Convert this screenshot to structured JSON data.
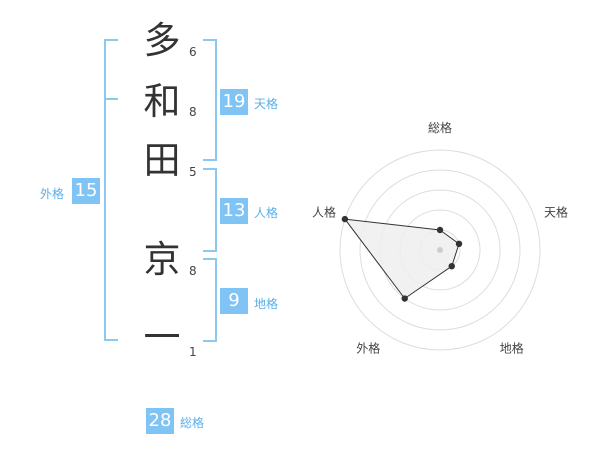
{
  "name": {
    "chars": [
      {
        "char": "多",
        "strokes": "6"
      },
      {
        "char": "和",
        "strokes": "8"
      },
      {
        "char": "田",
        "strokes": "5"
      },
      {
        "char": "京",
        "strokes": "8"
      },
      {
        "char": "一",
        "strokes": "1"
      }
    ]
  },
  "kakusu": {
    "tenkaku": {
      "value": "19",
      "label": "天格"
    },
    "jinkaku": {
      "value": "13",
      "label": "人格"
    },
    "chikaku": {
      "value": "9",
      "label": "地格"
    },
    "gaikaku": {
      "value": "15",
      "label": "外格"
    },
    "soukaku": {
      "value": "28",
      "label": "総格"
    }
  },
  "chart_data": {
    "type": "radar",
    "axes": [
      "総格",
      "天格",
      "地格",
      "外格",
      "人格"
    ],
    "values": [
      1,
      1,
      1,
      3,
      5
    ],
    "max": 5,
    "rings": 5,
    "colors": {
      "ring": "#dddddd",
      "fill": "#eeeeee",
      "line": "#333333",
      "point": "#333333"
    }
  }
}
